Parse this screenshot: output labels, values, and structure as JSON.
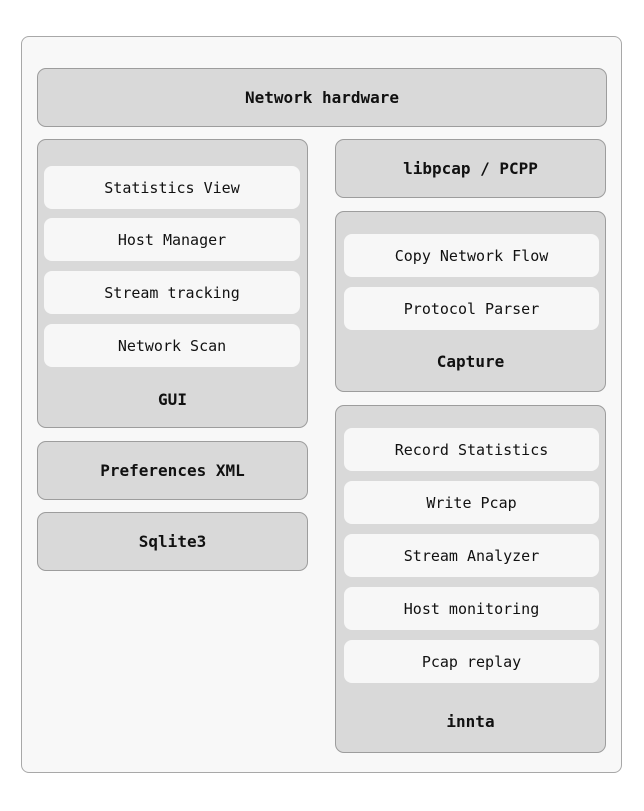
{
  "network_hardware": {
    "label": "Network hardware"
  },
  "libpcap": {
    "label": "libpcap / PCPP"
  },
  "gui": {
    "label": "GUI",
    "items": [
      {
        "label": "Statistics View"
      },
      {
        "label": "Host Manager"
      },
      {
        "label": "Stream tracking"
      },
      {
        "label": "Network Scan"
      }
    ]
  },
  "capture": {
    "label": "Capture",
    "items": [
      {
        "label": "Copy Network Flow"
      },
      {
        "label": "Protocol Parser"
      }
    ]
  },
  "preferences": {
    "label": "Preferences XML"
  },
  "sqlite": {
    "label": "Sqlite3"
  },
  "innta": {
    "label": "innta",
    "items": [
      {
        "label": "Record Statistics"
      },
      {
        "label": "Write Pcap"
      },
      {
        "label": "Stream Analyzer"
      },
      {
        "label": "Host monitoring"
      },
      {
        "label": "Pcap replay"
      }
    ]
  }
}
